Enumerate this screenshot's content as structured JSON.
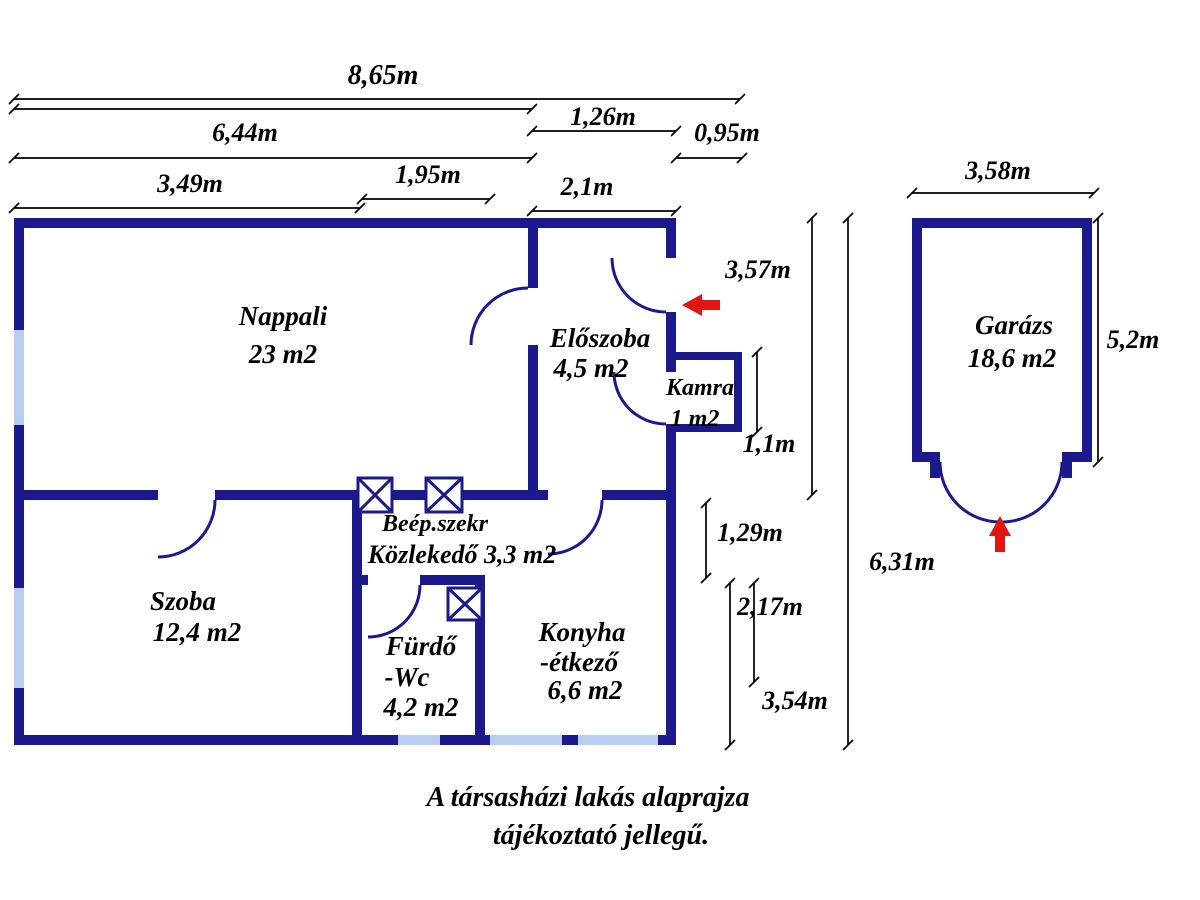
{
  "colors": {
    "wall": "#1a1a8c",
    "window": "#b9cdef",
    "dimension_line": "#000000",
    "arrow": "#e21510",
    "text": "#000000"
  },
  "caption": {
    "line1": "A társasházi lakás alaprajza",
    "line2": "tájékoztató jellegű."
  },
  "rooms": {
    "nappali": {
      "name": "Nappali",
      "area": "23 m2"
    },
    "eloszoba": {
      "name": "Előszoba",
      "area": "4,5 m2"
    },
    "kamra": {
      "name": "Kamra",
      "area": "1 m2"
    },
    "szoba": {
      "name": "Szoba",
      "area": "12,4 m2"
    },
    "beepszekr": {
      "name": "Beép.szekr"
    },
    "kozlekedo": {
      "name": "Közlekedő 3,3 m2"
    },
    "furdo": {
      "line1": "Fürdő",
      "line2": "-Wc",
      "area": "4,2 m2"
    },
    "konyha": {
      "line1": "Konyha",
      "line2": "-étkező",
      "area": "6,6 m2"
    },
    "garazs": {
      "name": "Garázs",
      "area": "18,6 m2"
    }
  },
  "dimensions": {
    "d865": "8,65m",
    "d644": "6,44m",
    "d126": "1,26m",
    "d095": "0,95m",
    "d349": "3,49m",
    "d195": "1,95m",
    "d21": "2,1m",
    "d358": "3,58m",
    "d357": "3,57m",
    "d11": "1,1m",
    "d631": "6,31m",
    "d129": "1,29m",
    "d217": "2,17m",
    "d354": "3,54m",
    "d52": "5,2m"
  }
}
